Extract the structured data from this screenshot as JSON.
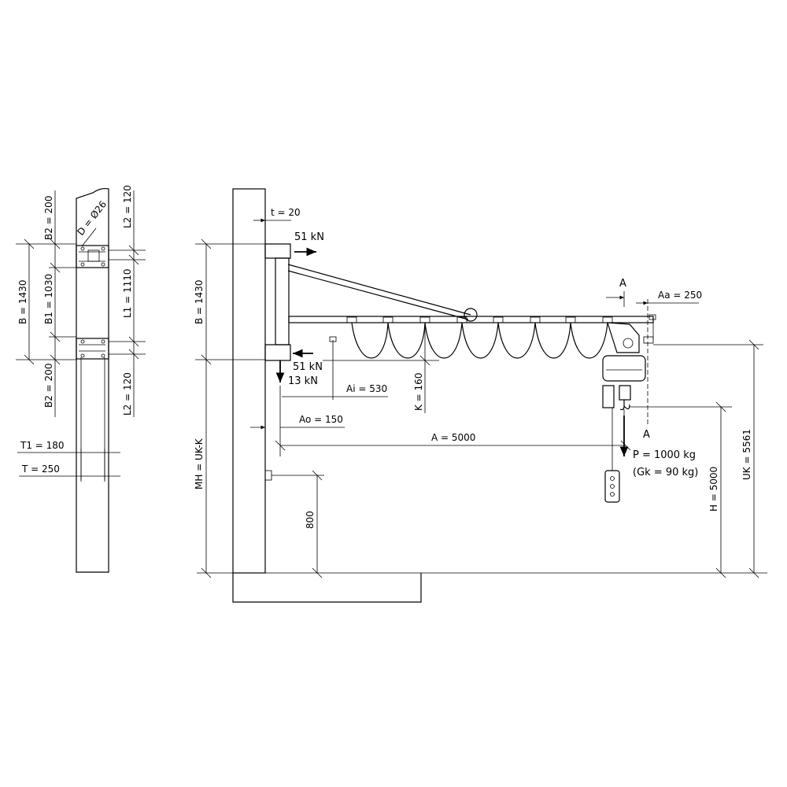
{
  "side_view": {
    "B2_top": "B2 = 200",
    "B": "B = 1430",
    "B1": "B1 = 1030",
    "B2_bottom": "B2 = 200",
    "L2_top": "L2 = 120",
    "L1": "L1 = 1110",
    "L2_bottom": "L2 = 120",
    "D": "D = Ø26",
    "T1": "T1 = 180",
    "T": "T = 250"
  },
  "front_view": {
    "t": "t = 20",
    "force_top": "51 kN",
    "force_bottom_h": "51 kN",
    "force_bottom_v": "13 kN",
    "B": "B = 1430",
    "Ai": "Ai = 530",
    "K": "K = 160",
    "Ao": "Ao = 150",
    "A": "A = 5000",
    "Aa": "Aa = 250",
    "section_mark_top": "A",
    "section_mark_bottom": "A",
    "MH": "MH = UK-K",
    "height_800": "800",
    "H": "H = 5000",
    "UK": "UK = 5561",
    "load_P": "P = 1000 kg",
    "load_Gk": "(Gk = 90 kg)"
  }
}
